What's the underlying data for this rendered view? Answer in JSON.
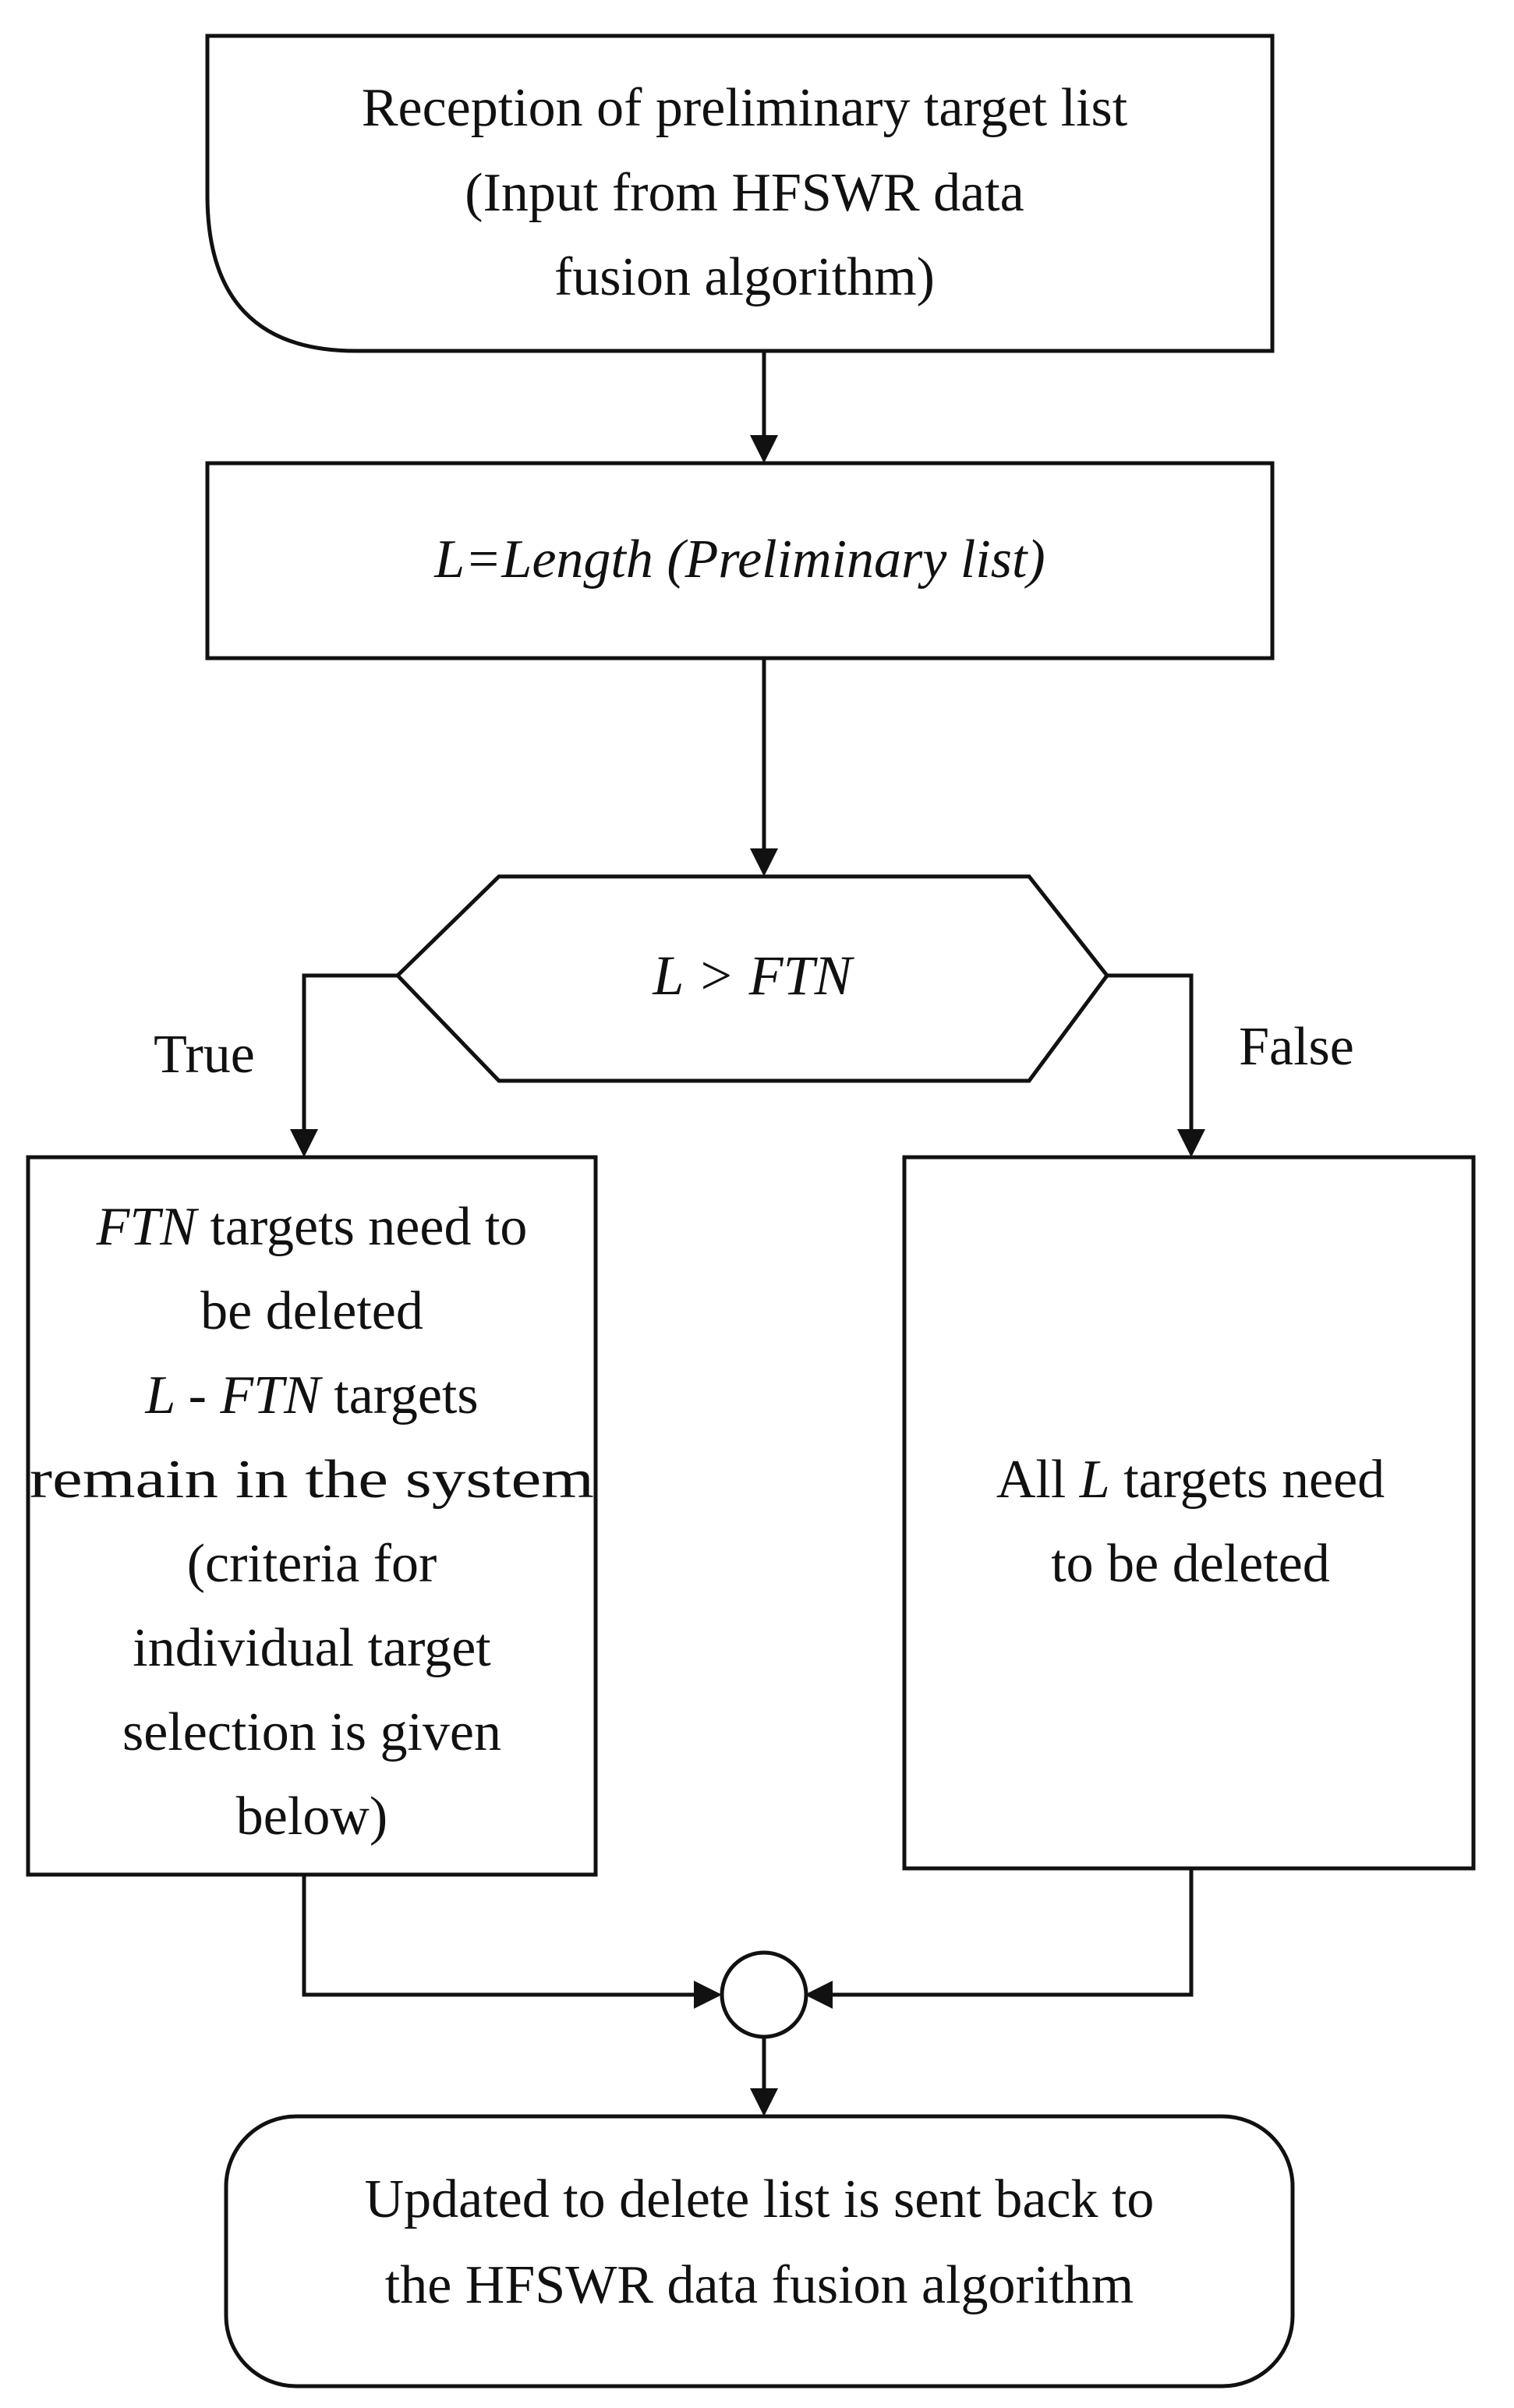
{
  "start": {
    "line1": "Reception of preliminary target list",
    "line2": "(Input from HFSWR data",
    "line3": "fusion algorithm)"
  },
  "process": {
    "var": "L=Length",
    "arg": " (Preliminary list)"
  },
  "decision": {
    "label": "L > FTN",
    "true_label": "True",
    "false_label": "False"
  },
  "true_box": {
    "l1_var": "FTN",
    "l1_rest": " targets need to",
    "l2": "be deleted",
    "l3_var": "L - FTN",
    "l3_rest": " targets",
    "l4": "remain in the system",
    "l5": "(criteria for",
    "l6": "individual target",
    "l7": "selection is given",
    "l8": "below)"
  },
  "false_box": {
    "l1_pre": "All ",
    "l1_var": "L",
    "l1_rest": " targets need",
    "l2": "to be deleted"
  },
  "end": {
    "line1": "Updated to delete list is sent back to",
    "line2": "the HFSWR data fusion algorithm"
  }
}
